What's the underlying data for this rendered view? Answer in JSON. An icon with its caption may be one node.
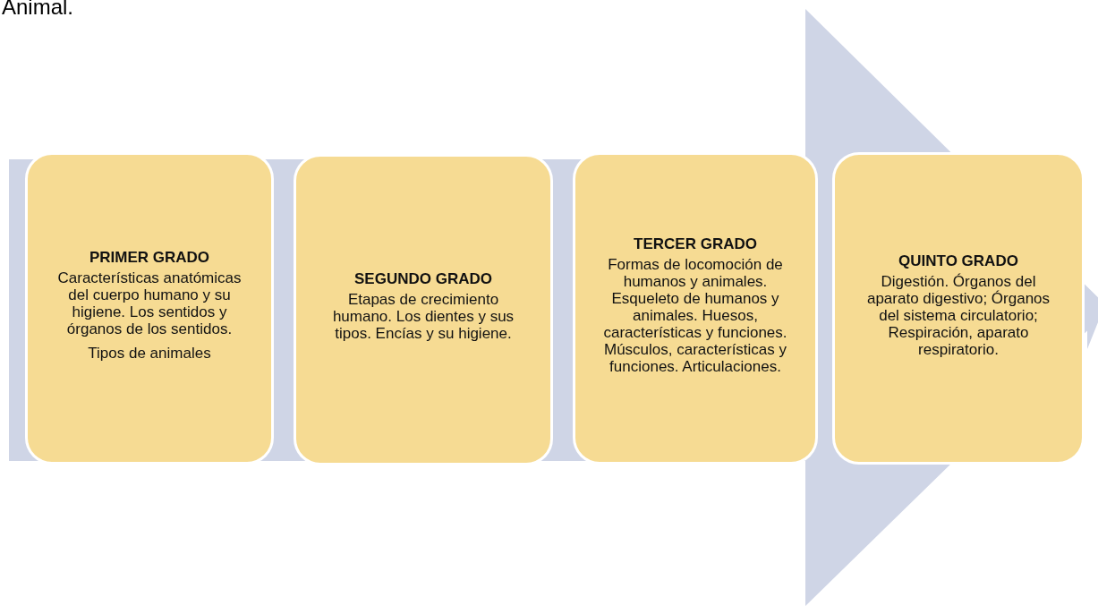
{
  "diagram": {
    "nodes": [
      {
        "text": [
          "PRIMER GRADO",
          "Características anatómicas del cuerpo humano y su higiene. Los sentidos y órganos de los sentidos.",
          "Tipos de animales"
        ]
      },
      {
        "text": [
          "SEGUNDO GRADO",
          "Etapas de crecimiento humano. Los dientes y sus tipos. Encías y su higiene."
        ]
      },
      {
        "text": [
          "TERCER GRADO",
          "Formas de locomoción de humanos y animales. Esqueleto de humanos y animales. Huesos, características y funciones. Músculos, características y funciones. Articulaciones."
        ]
      },
      {
        "text": [
          "QUINTO GRADO",
          "Digestión. Órganos del aparato digestivo; Órganos del sistema circulatorio; Respiración, aparato respiratorio."
        ]
      }
    ],
    "edges": [
      {
        "from": 0,
        "to": 3,
        "arrow": "to"
      }
    ],
    "labels": [
      "Animal."
    ]
  }
}
